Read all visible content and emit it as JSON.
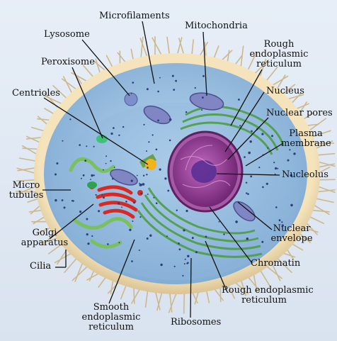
{
  "labels": {
    "microfilaments": "Microfilaments",
    "mitochondria": "Mitochondria",
    "lysosome": "Lysosome",
    "rough_er_top": [
      "Rough",
      "endoplasmic",
      "reticulum"
    ],
    "peroxisome": "Peroxisome",
    "nucleus": "Nucleus",
    "centrioles": "Centrioles",
    "nuclear_pores": "Nuclear pores",
    "plasma_membrane": [
      "Plasma",
      "membrane"
    ],
    "nucleolus": "Nucleolus",
    "microtubules": [
      "Micro",
      "tubules"
    ],
    "nuclear_envelope": [
      "Nuclear",
      "envelope"
    ],
    "golgi": [
      "Golgi",
      "apparatus"
    ],
    "chromatin": "Chromatin",
    "cilia": "Cilia",
    "rough_er_bottom": [
      "Rough endoplasmic",
      "reticulum"
    ],
    "smooth_er": [
      "Smooth",
      "endoplasmic",
      "reticulum"
    ],
    "ribosomes": "Ribosomes"
  },
  "colors": {
    "background": "#dfe8f3",
    "membrane": "#e8d3a4",
    "cytoplasm": "#9fc4e4",
    "nucleus": "#8a2f86",
    "nucleolus": "#5a2f94",
    "golgi": "#d82a24",
    "er": "#55a64a",
    "mitochondria": "#7f86c3",
    "centriole": "#f2b31c"
  }
}
